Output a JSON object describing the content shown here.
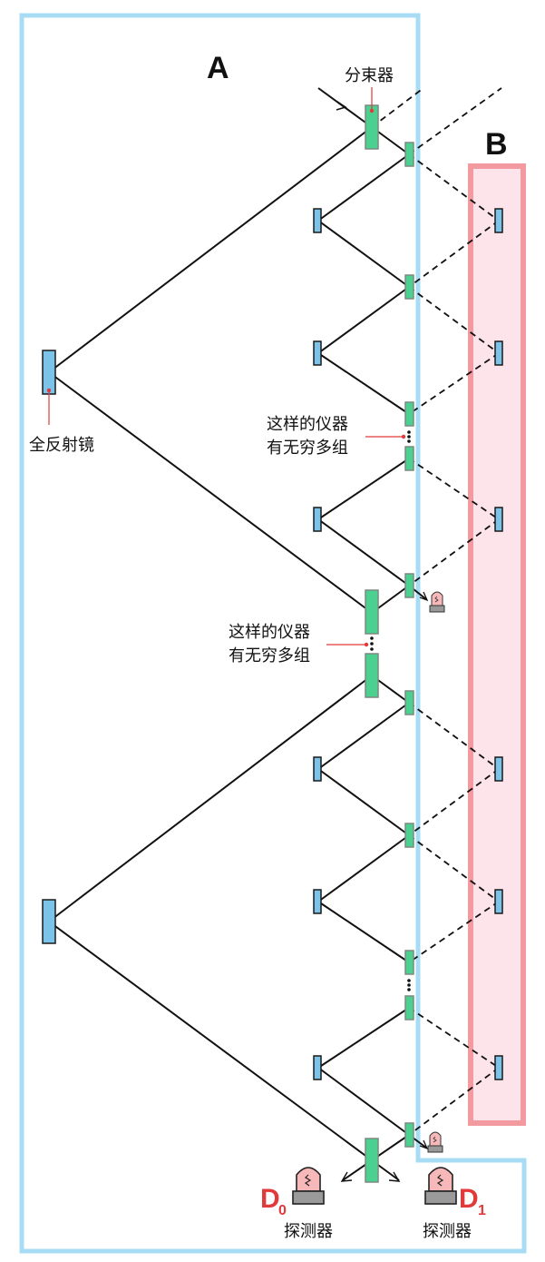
{
  "region_labels": {
    "a": "A",
    "b": "B"
  },
  "labels": {
    "beam_splitter": "分束器",
    "full_mirror": "全反射镜",
    "repeat_note_line1": "这样的仪器",
    "repeat_note_line2": "有无穷多组",
    "repeat_note2_line1": "这样的仪器",
    "repeat_note2_line2": "有无穷多组"
  },
  "detectors": {
    "d0": {
      "letter": "D",
      "subscript": "0",
      "caption": "探测器"
    },
    "d1": {
      "letter": "D",
      "subscript": "1",
      "caption": "探测器"
    }
  },
  "colors": {
    "region_a_border": "#a8dcf5",
    "region_b_border": "#f29aa0",
    "region_b_fill": "#fde3ea",
    "mirror": "#7cc3ea",
    "splitter": "#4bd08f",
    "detector": "#f6b8b8",
    "label_red": "#e03a3a"
  }
}
